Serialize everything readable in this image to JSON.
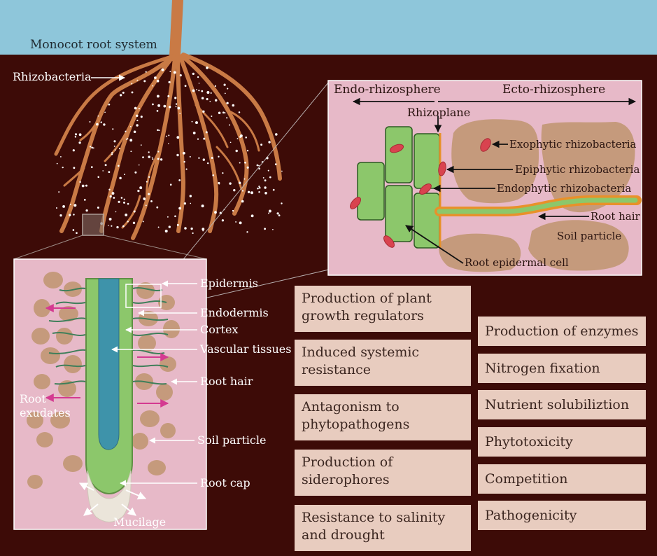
{
  "scene": {
    "title": "Monocot root system",
    "rhizobacteria": "Rhizobacteria"
  },
  "root_tip": {
    "labels": {
      "epidermis": "Epidermis",
      "endodermis": "Endodermis",
      "cortex": "Cortex",
      "vascular": "Vascular tissues",
      "root_hair": "Root hair",
      "exudates_1": "Root",
      "exudates_2": "exudates",
      "soil_particle": "Soil particle",
      "root_cap": "Root cap",
      "mucilage": "Mucilage"
    }
  },
  "zoom": {
    "endo": "Endo-rhizosphere",
    "ecto": "Ecto-rhizosphere",
    "rhizoplane": "Rhizoplane",
    "exophytic": "Exophytic rhizobacteria",
    "epiphytic": "Epiphytic rhizobacteria",
    "endophytic": "Endophytic rhizobacteria",
    "root_hair": "Root hair",
    "soil_particle": "Soil particle",
    "epidermal_cell": "Root epidermal cell"
  },
  "beneficial": [
    {
      "l1": "Production of plant",
      "l2": "growth regulators"
    },
    {
      "l1": "Induced systemic",
      "l2": "resistance"
    },
    {
      "l1": "Antagonism to",
      "l2": "phytopathogens"
    },
    {
      "l1": "Production of",
      "l2": "siderophores"
    },
    {
      "l1": "Resistance to salinity",
      "l2": "and drought"
    }
  ],
  "other": [
    "Production of enzymes",
    "Nitrogen fixation",
    "Nutrient solubiliztion",
    "Phytotoxicity",
    "Competition",
    "Pathogenicity"
  ],
  "colors": {
    "sky": "#8ec6da",
    "soil": "#3d0b07",
    "root": "#c97a45",
    "panel": "#e7b9c8",
    "cortex": "#8cc76b",
    "vascular": "#3e93aa",
    "box": "#e8ccbf",
    "bacteria": "#d9434f",
    "exudate": "#d43a91"
  }
}
